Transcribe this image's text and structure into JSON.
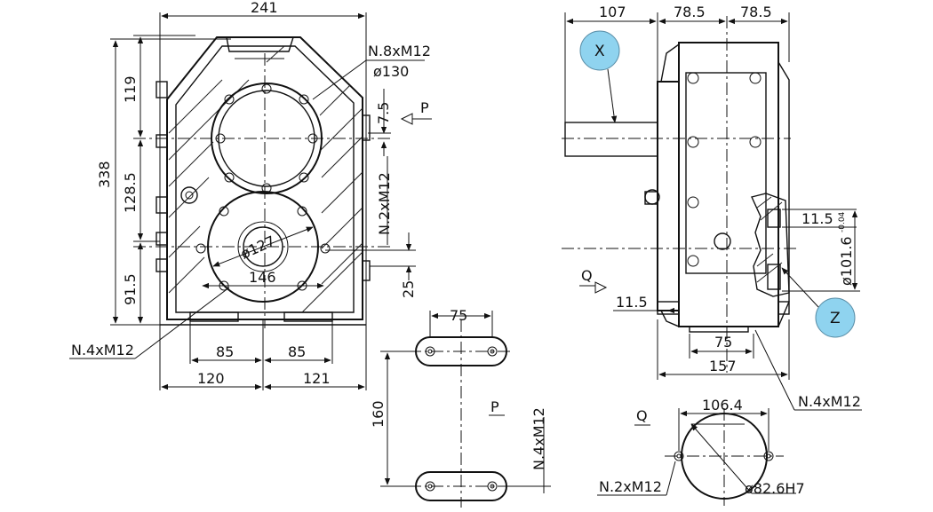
{
  "front_view": {
    "width_total": "241",
    "height_total": "338",
    "height_top": "119",
    "height_mid": "128.5",
    "height_low": "91.5",
    "bolt_note_top": "N.8xM12",
    "bolt_circle_top": "ø130",
    "offset_small": "7.5",
    "view_arrow_p": "P",
    "bolt_note_mid": "N.2xM12",
    "bolt_circle_low": "ø127",
    "hole_span": "146",
    "offset_low": "25",
    "foot_bolts": "N.4xM12",
    "foot_left": "85",
    "foot_right": "85",
    "base_left": "120",
    "base_right": "121"
  },
  "side_view": {
    "shaft_length": "107",
    "half_width_left": "78.5",
    "half_width_right": "78.5",
    "callout_x": "X",
    "callout_z": "Z",
    "flange_offset": "11.5",
    "bore_diameter": "ø101.6",
    "bore_tolerance": "-0.04",
    "view_arrow_q": "Q",
    "base_offset": "11.5",
    "foot_span": "75",
    "base_length": "157",
    "foot_bolts": "N.4xM12"
  },
  "view_p": {
    "hole_span": "75",
    "height": "160",
    "label": "P",
    "bolts": "N.4xM12"
  },
  "view_q": {
    "label": "Q",
    "hole_span": "106.4",
    "bolts": "N.2xM12",
    "spigot": "ø82.6H7"
  }
}
